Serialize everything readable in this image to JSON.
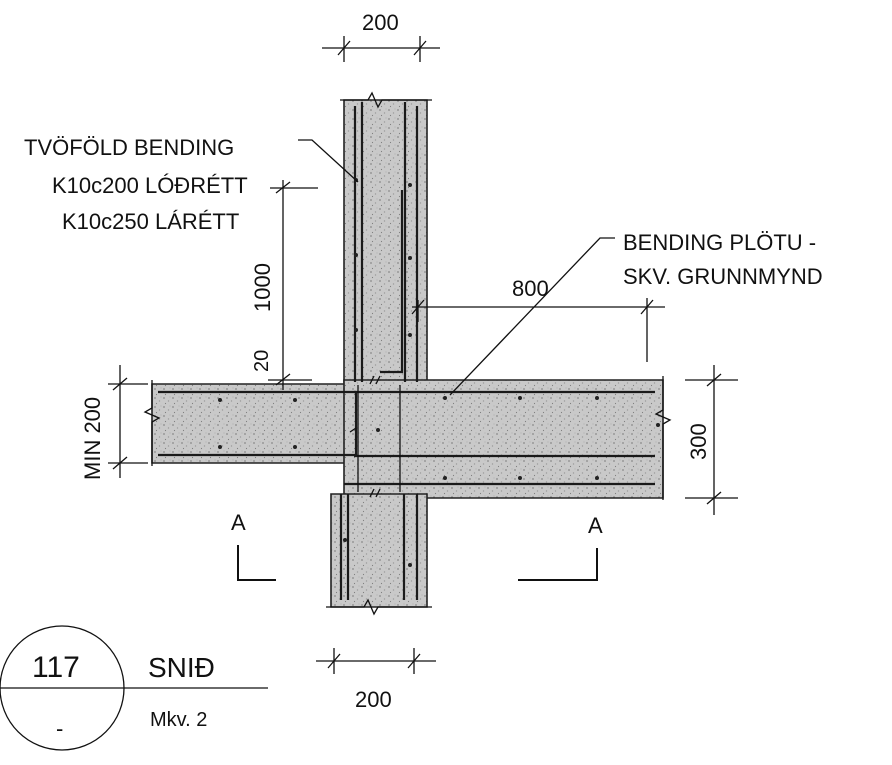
{
  "drawing": {
    "dims": {
      "wall_top_width": "200",
      "wall_bottom_width": "200",
      "lap_length": "1000",
      "cover": "20",
      "anchor_length": "800",
      "slab_thickness": "300",
      "min_slab": "MIN 200"
    },
    "labels": {
      "wall_rebar_line1": "TVÖFÖLD BENDING",
      "wall_rebar_line2": "K10c200 LÓÐRÉTT",
      "wall_rebar_line3": "K10c250 LÁRÉTT",
      "slab_rebar_line1": "BENDING PLÖTU -",
      "slab_rebar_line2": "SKV. GRUNNMYND"
    },
    "section_marks": {
      "left": "A",
      "right": "A"
    },
    "title_block": {
      "detail_number": "117",
      "sheet_ref": "-",
      "title": "SNIÐ",
      "scale": "Mkv. 2"
    }
  }
}
